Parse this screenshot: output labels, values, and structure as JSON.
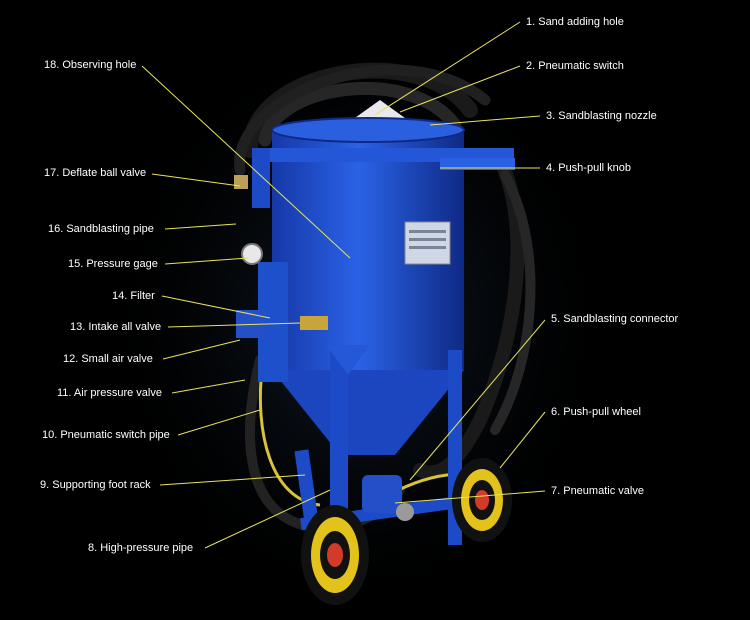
{
  "colors": {
    "background": "#000000",
    "label_text": "#ffffff",
    "leader_line": "#e8e35a",
    "machine_body": "#1f4fd0",
    "hose": "#1a1a1a",
    "wheel_rim": "#e3c21b",
    "wheel_hub": "#d23a2a"
  },
  "labels": {
    "l1": "1. Sand adding hole",
    "l2": "2. Pneumatic switch",
    "l3": "3. Sandblasting nozzle",
    "l4": "4. Push-pull knob",
    "l5": "5. Sandblasting connector",
    "l6": "6. Push-pull wheel",
    "l7": "7. Pneumatic valve",
    "l8": "8.  High-pressure pipe",
    "l9": "9. Supporting foot rack",
    "l10": "10. Pneumatic switch pipe",
    "l11": "11. Air pressure valve",
    "l12": "12. Small air valve",
    "l13": "13. Intake all valve",
    "l14": "14. Filter",
    "l15": "15. Pressure gage",
    "l16": "16. Sandblasting pipe",
    "l17": "17. Deflate ball valve",
    "l18": "18. Observing hole"
  }
}
